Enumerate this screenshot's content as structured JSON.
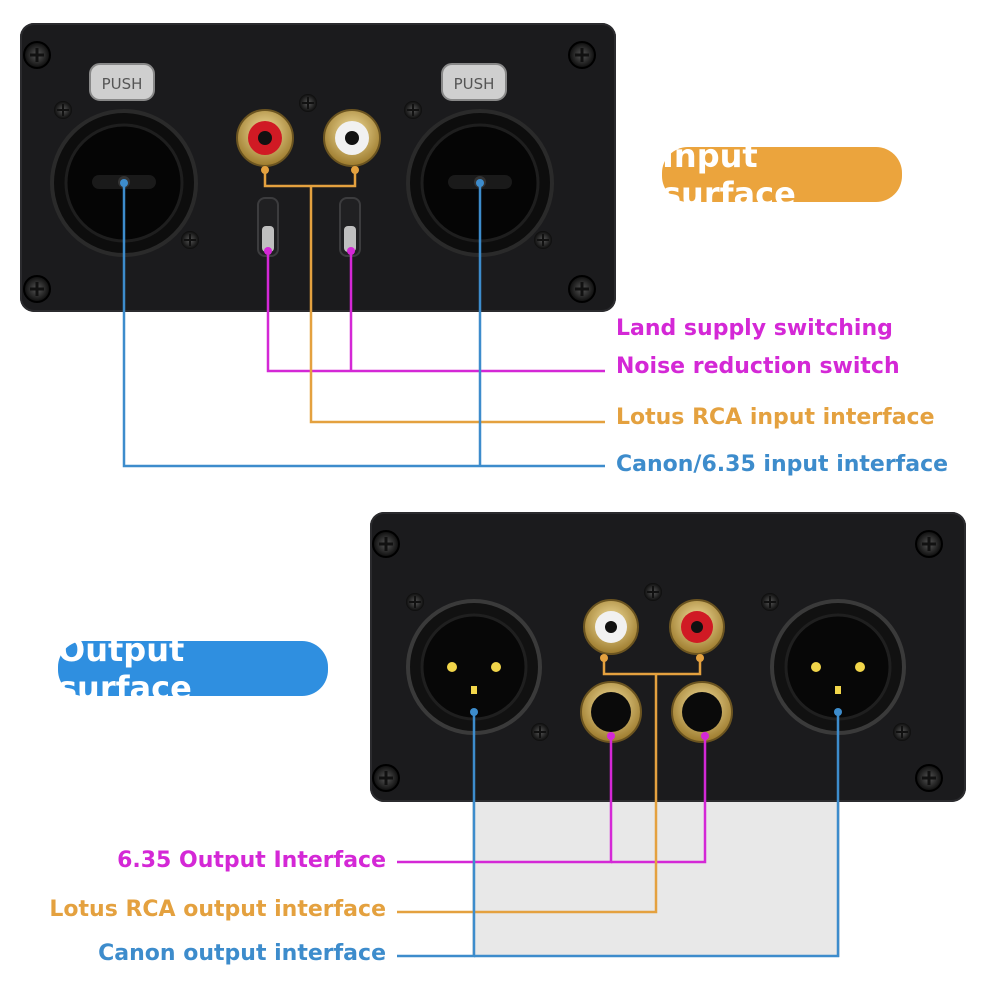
{
  "input_surface": {
    "title": "Input surface",
    "push_label": "PUSH",
    "labels": {
      "land_supply": "Land supply switching",
      "noise_reduction": "Noise reduction switch",
      "lotus_rca_input": "Lotus RCA input interface",
      "canon_635_input": "Canon/6.35 input interface"
    }
  },
  "output_surface": {
    "title": "Output surface",
    "labels": {
      "output_635": "6.35 Output Interface",
      "lotus_rca_output": "Lotus RCA output interface",
      "canon_output": "Canon output interface"
    }
  },
  "colors": {
    "magenta": "#d428d6",
    "orange": "#e4a13f",
    "blue": "#3d8ccc",
    "panel": "#1b1b1d",
    "input_pill": "#eba43d",
    "output_pill": "#2f8fe0"
  }
}
